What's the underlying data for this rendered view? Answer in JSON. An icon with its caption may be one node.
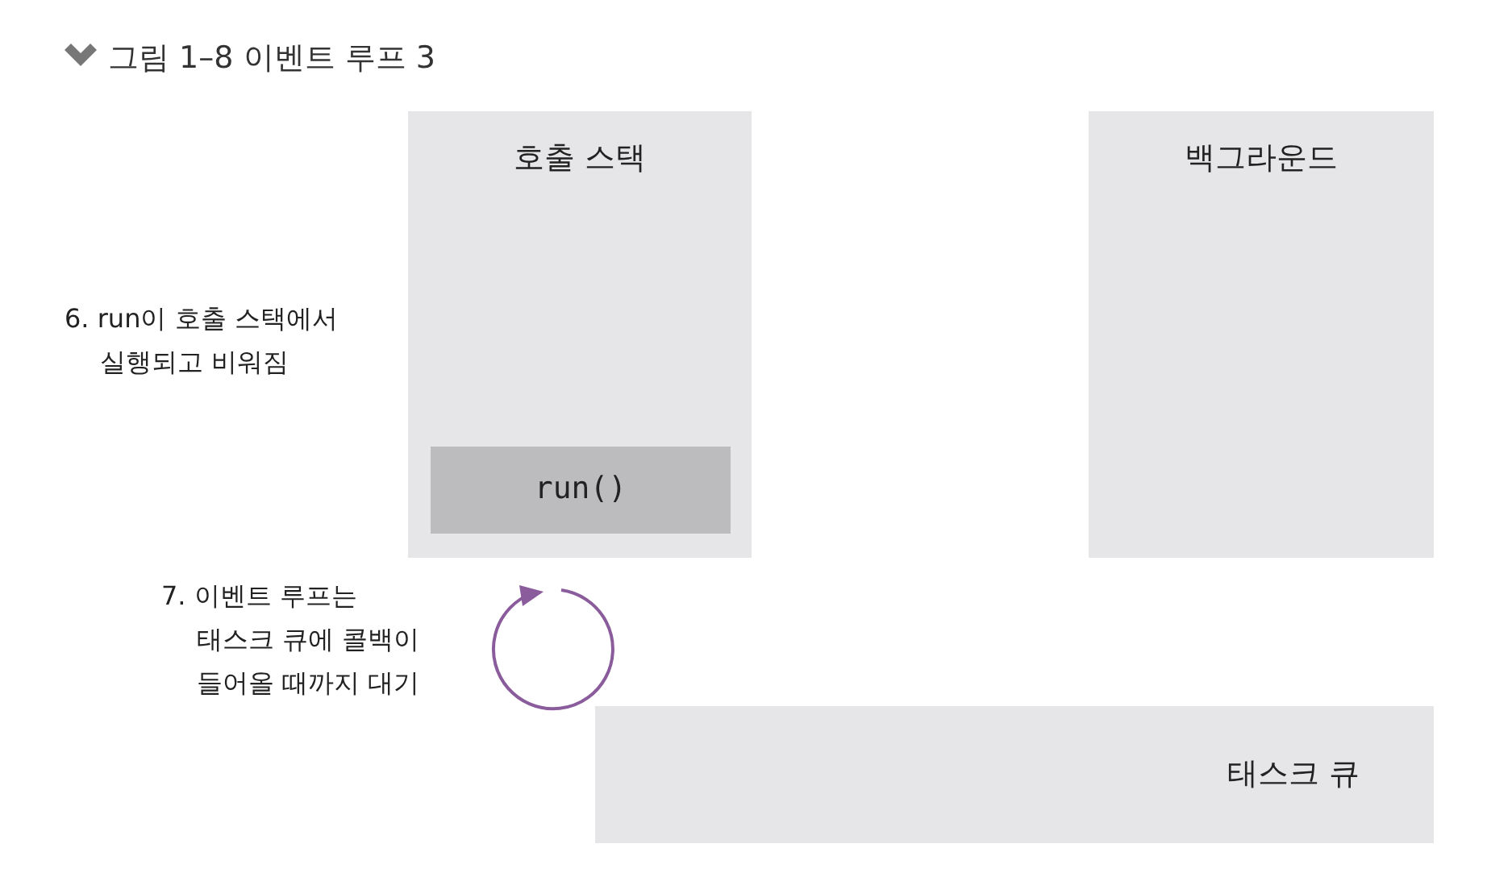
{
  "diagram": {
    "title": "그림 1–8 이벤트 루프 3",
    "nodes": [
      {
        "text": [
          "호출 스택"
        ]
      },
      {
        "text": [
          "run()"
        ],
        "in": 0
      },
      {
        "text": [
          "백그라운드"
        ]
      },
      {
        "text": [
          "태스크 큐"
        ]
      }
    ],
    "labels": [
      "6. run이 호출 스택에서 실행되고 비워짐",
      "7. 이벤트 루프는 태스크 큐에 콜백이 들어올 때까지 대기"
    ]
  }
}
